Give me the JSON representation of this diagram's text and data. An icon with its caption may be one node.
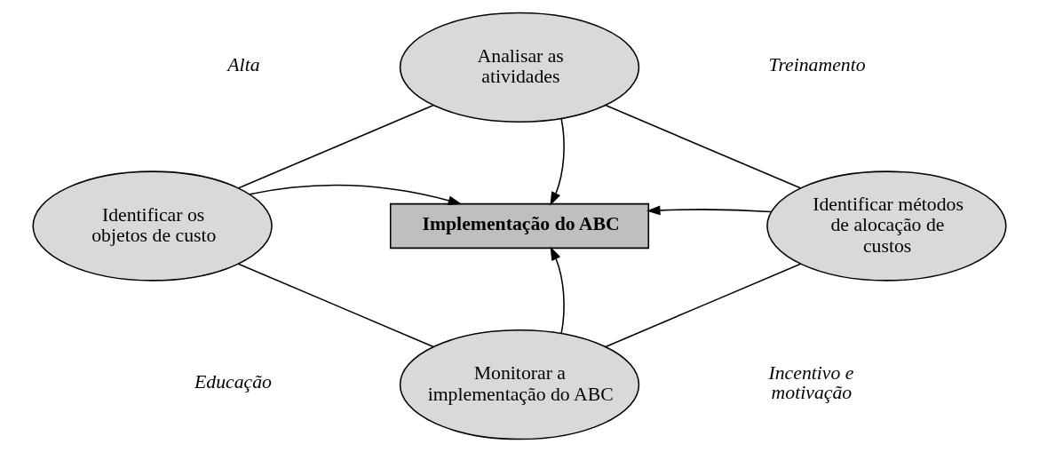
{
  "diagram": {
    "nodes": [
      {
        "text": [
          "Analisar as atividades"
        ]
      },
      {
        "text": [
          "Identificar os objetos de custo"
        ]
      },
      {
        "text": [
          "Implementação do ABC"
        ]
      },
      {
        "text": [
          "Identificar métodos de alocação de custos"
        ]
      },
      {
        "text": [
          "Monitorar a implementação do ABC"
        ]
      }
    ],
    "edges": [
      {
        "from": 0,
        "to": 2,
        "arrow": "to"
      },
      {
        "from": 1,
        "to": 2,
        "arrow": "to"
      },
      {
        "from": 3,
        "to": 2,
        "arrow": "to"
      },
      {
        "from": 4,
        "to": 2,
        "arrow": "to"
      },
      {
        "from": 1,
        "to": 0,
        "arrow": "none"
      },
      {
        "from": 0,
        "to": 3,
        "arrow": "none"
      },
      {
        "from": 1,
        "to": 4,
        "arrow": "none"
      },
      {
        "from": 4,
        "to": 3,
        "arrow": "none"
      }
    ],
    "labels": [
      "Alta",
      "Treinamento",
      "Educação",
      "Incentivo e motivação"
    ]
  }
}
